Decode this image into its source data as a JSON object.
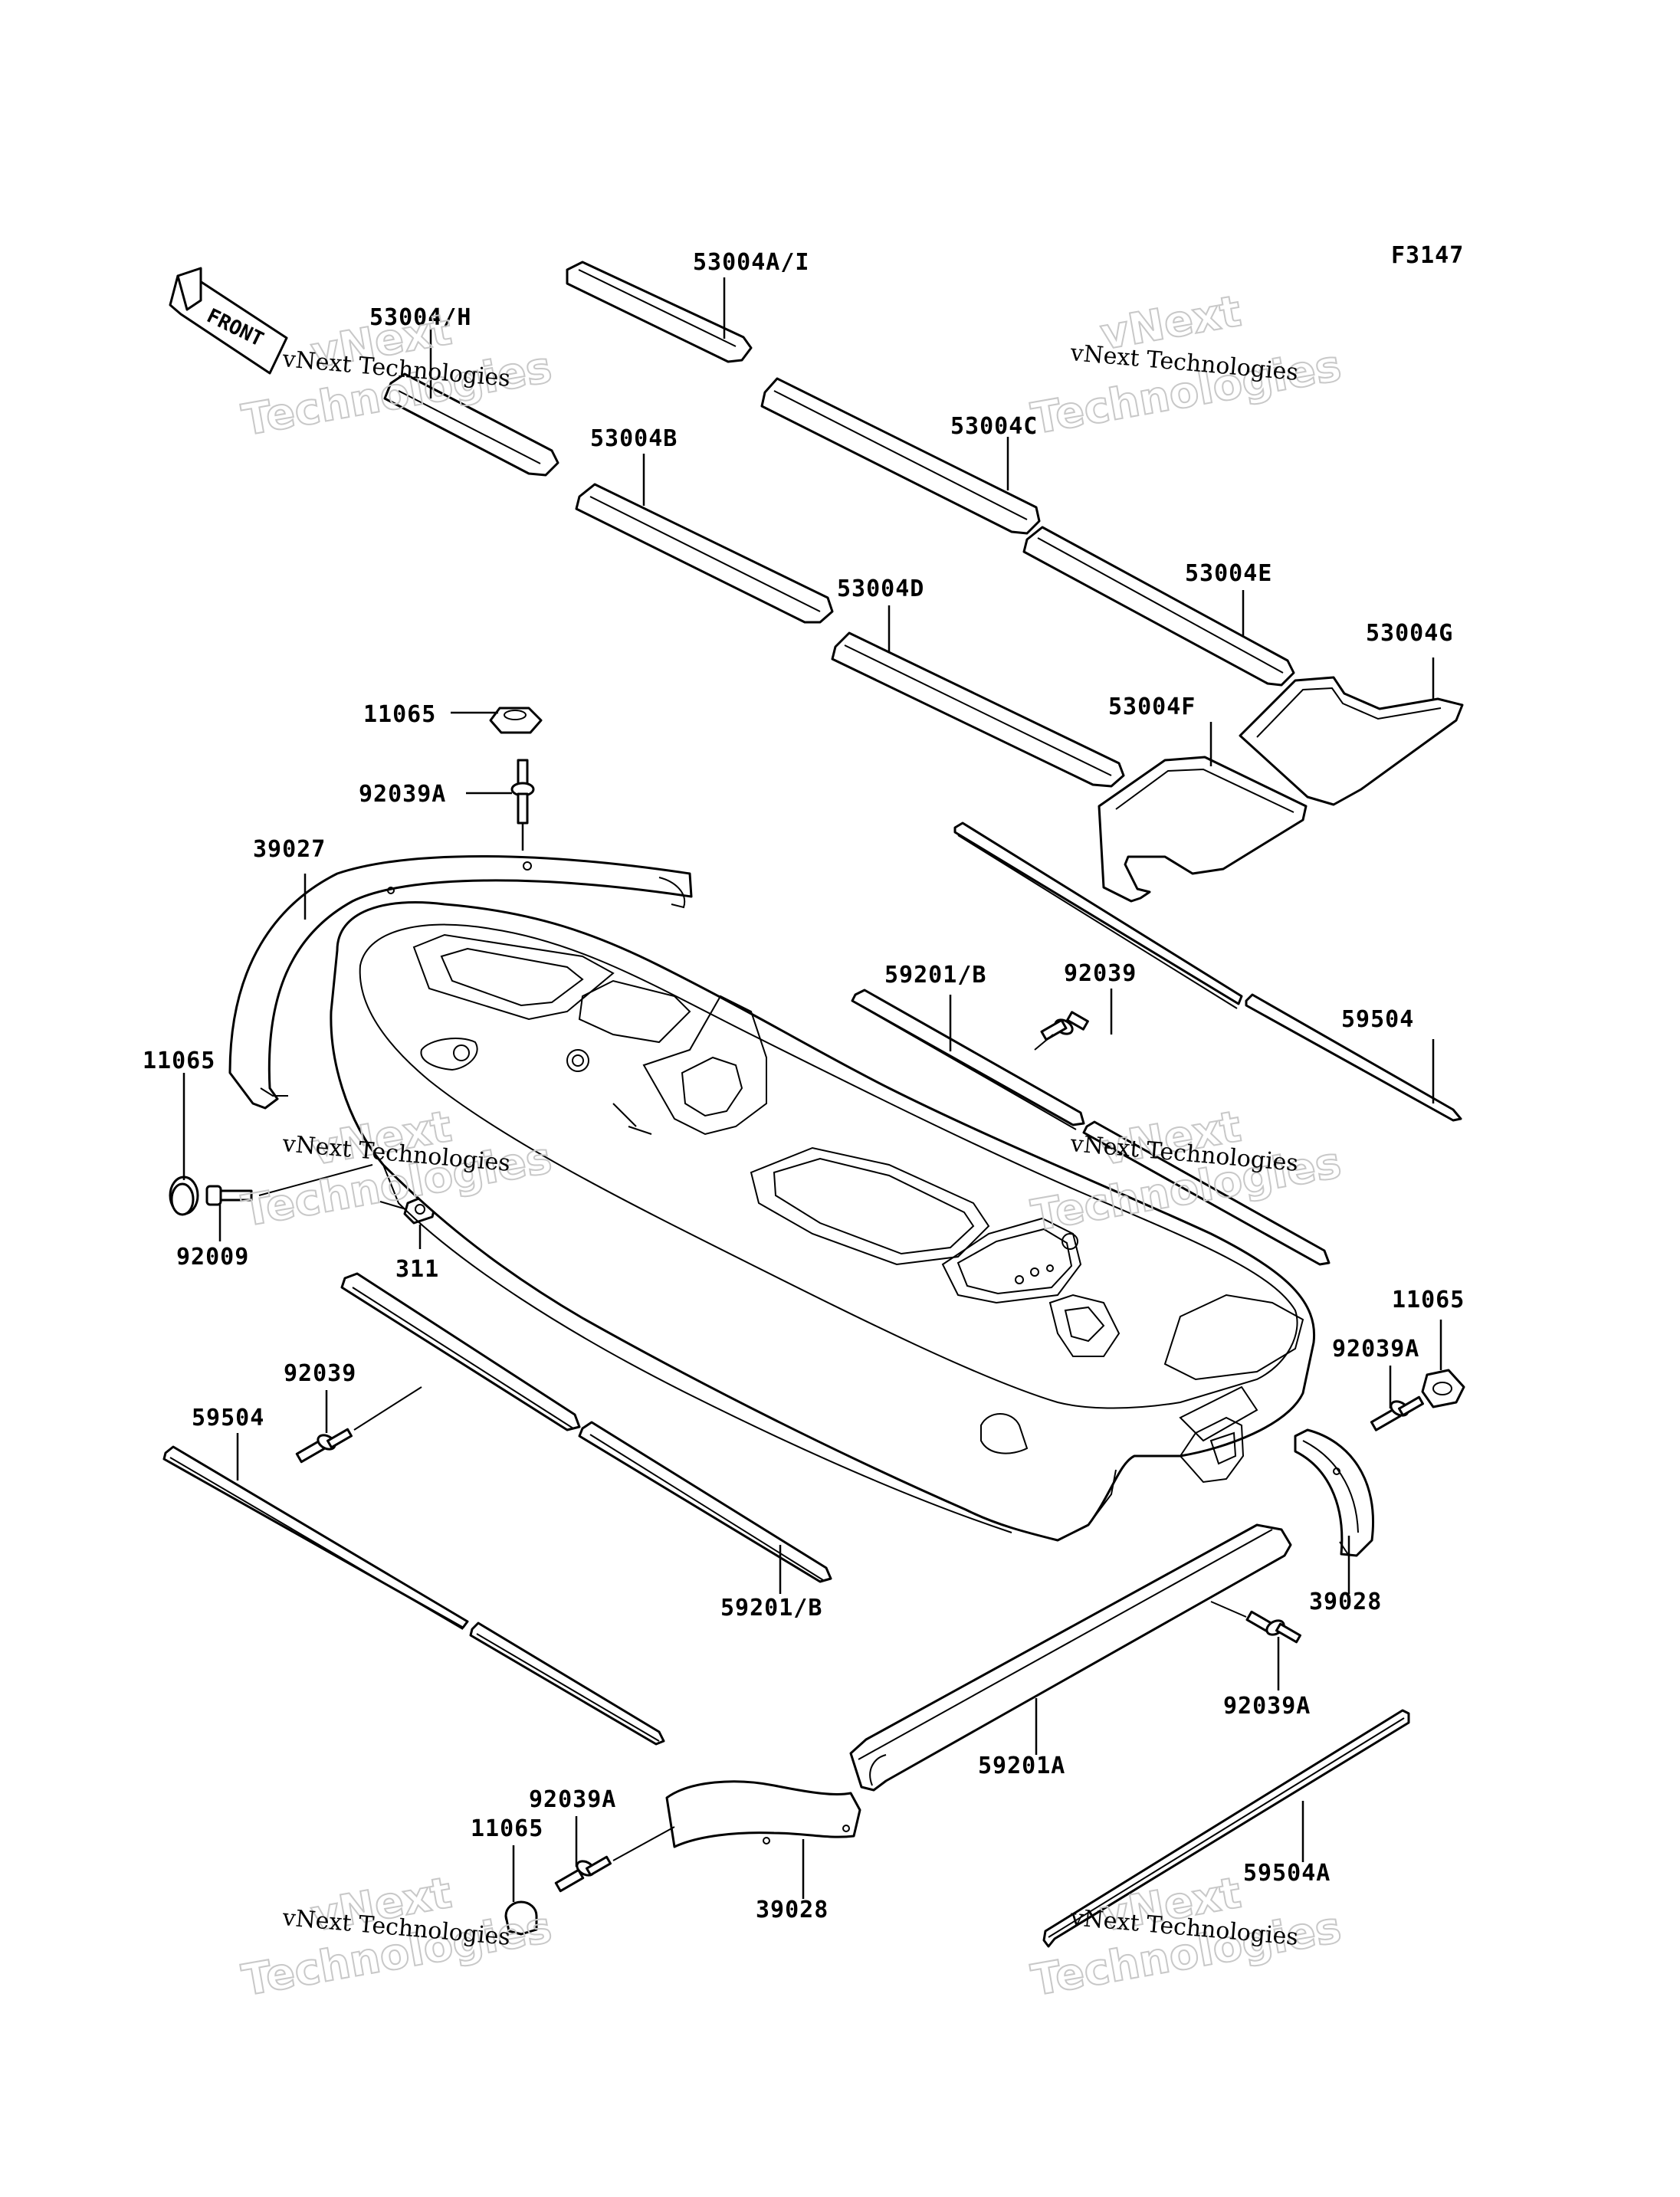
{
  "figure_code": "F3147",
  "front_arrow_text": "FRONT",
  "watermark": {
    "line_small": "vNext Technologies",
    "line_big_1": "vNext",
    "line_big_2": "Technologies"
  },
  "labels": {
    "l_53004AI": "53004A/I",
    "l_53004H": "53004/H",
    "l_53004B": "53004B",
    "l_53004C": "53004C",
    "l_53004D": "53004D",
    "l_53004E": "53004E",
    "l_53004G": "53004G",
    "l_53004F": "53004F",
    "l_11065_top": "11065",
    "l_92039A_top": "92039A",
    "l_39027": "39027",
    "l_59201B_top": "59201/B",
    "l_92039_right": "92039",
    "l_59504_right": "59504",
    "l_11065_left": "11065",
    "l_92009": "92009",
    "l_311": "311",
    "l_11065_right": "11065",
    "l_92039A_right": "92039A",
    "l_92039_left": "92039",
    "l_59504_left": "59504",
    "l_39028_right": "39028",
    "l_59201B_bottom": "59201/B",
    "l_92039A_lowright": "92039A",
    "l_59201A": "59201A",
    "l_92039A_bottom": "92039A",
    "l_11065_bottom": "11065",
    "l_39028_bottom": "39028",
    "l_59504A": "59504A"
  }
}
